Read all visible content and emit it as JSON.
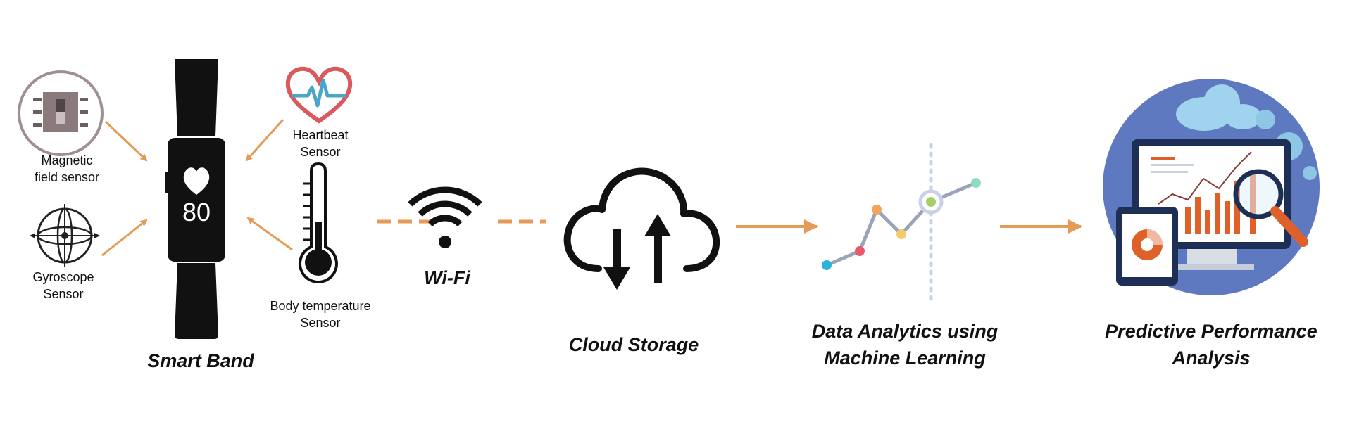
{
  "sensors": {
    "magnetic": "Magnetic\nfield sensor",
    "gyroscope": "Gyroscope\nSensor",
    "heartbeat": "Heartbeat\nSensor",
    "temperature": "Body temperature\nSensor"
  },
  "band": {
    "display_value": "80",
    "label": "Smart Band"
  },
  "wifi": {
    "label": "Wi-Fi"
  },
  "cloud": {
    "label": "Cloud Storage"
  },
  "analytics": {
    "label": "Data Analytics using\nMachine Learning"
  },
  "prediction": {
    "label": "Predictive Performance\nAnalysis"
  },
  "colors": {
    "arrow": "#e59a56",
    "dark": "#111111",
    "circle_bg": "#5e79c0",
    "bar_orange": "#e0602a"
  },
  "icons": {
    "magnetic": "magnetic-chip-icon",
    "gyroscope": "gyroscope-icon",
    "heartbeat": "heart-pulse-icon",
    "temperature": "thermometer-icon",
    "wifi": "wifi-icon",
    "cloud": "cloud-sync-icon",
    "analytics": "line-graph-icon",
    "prediction": "monitor-analytics-icon"
  }
}
